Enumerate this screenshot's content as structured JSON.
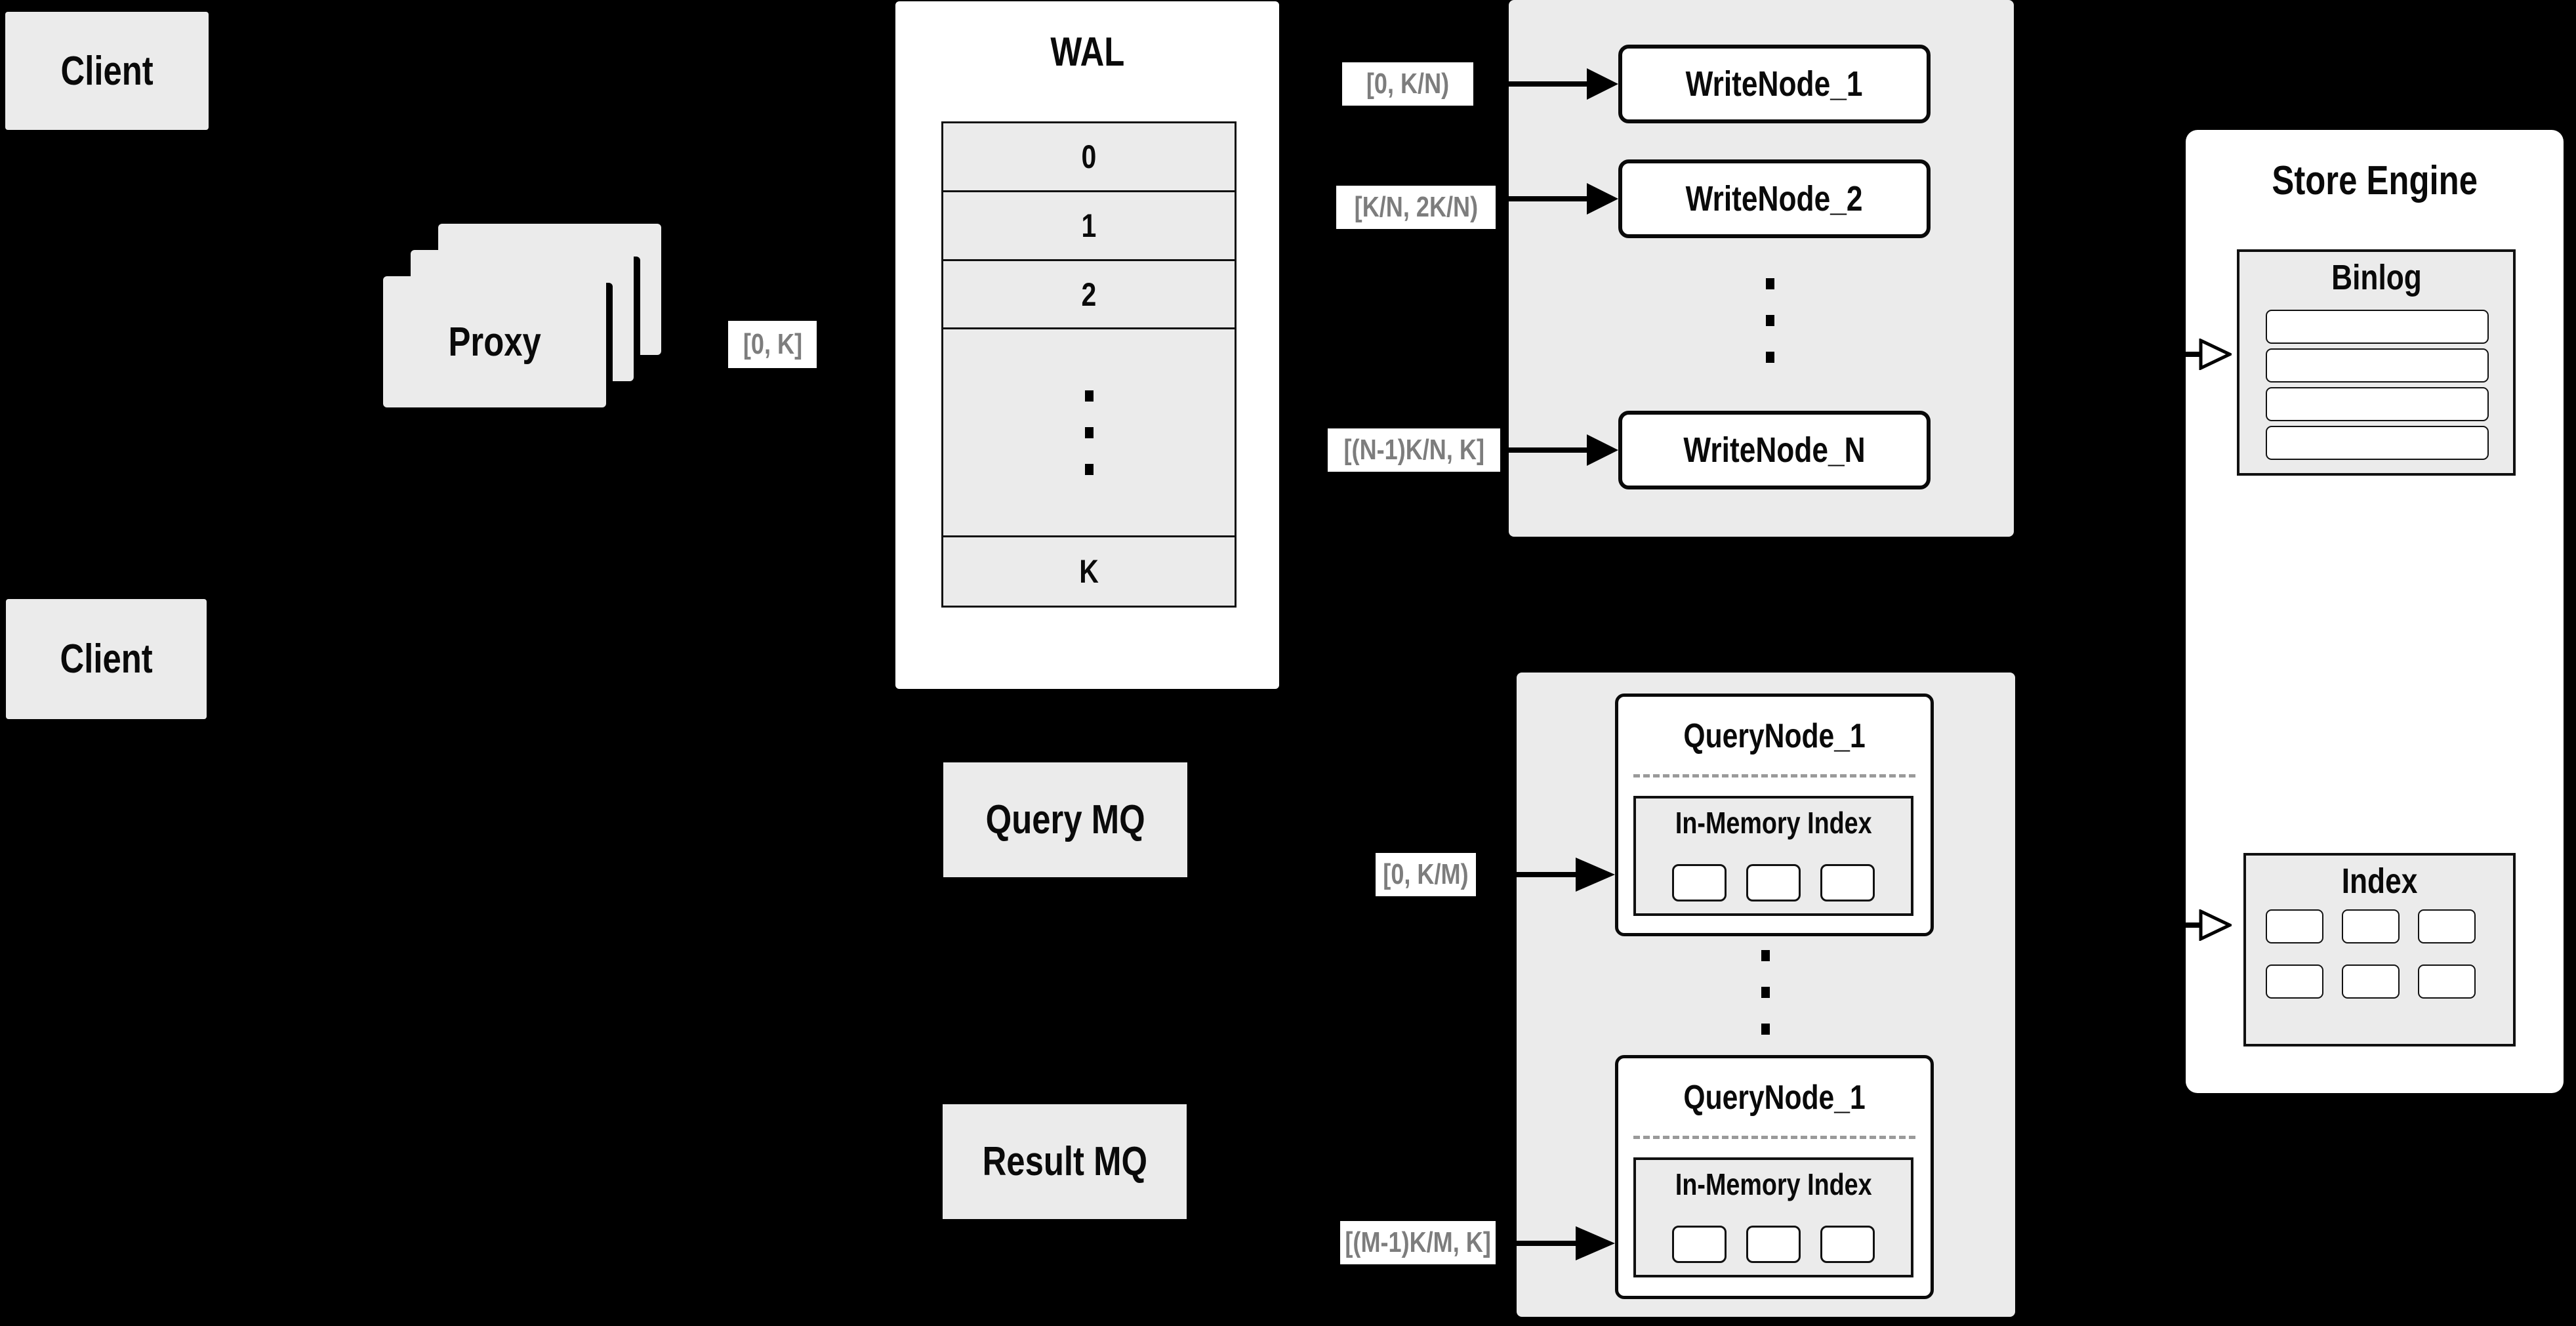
{
  "colors": {
    "background": "#000000",
    "panel_gray": "#ebebeb",
    "surface_white": "#ffffff",
    "ink_black": "#0a0a0a",
    "range_text_gray": "#7d7d7d",
    "dash_gray": "#9a9a9a"
  },
  "client_top": {
    "label": "Client"
  },
  "client_bottom": {
    "label": "Client"
  },
  "proxy": {
    "label": "Proxy",
    "range_label": "[0, K]"
  },
  "wal": {
    "title": "WAL",
    "rows": [
      "0",
      "1",
      "2"
    ],
    "last_row": "K"
  },
  "write_section": {
    "ranges": [
      "[0, K/N)",
      "[K/N, 2K/N)",
      "[(N-1)K/N, K]"
    ],
    "nodes": [
      "WriteNode_1",
      "WriteNode_2",
      "WriteNode_N"
    ]
  },
  "query_section": {
    "query_mq": "Query MQ",
    "result_mq": "Result MQ",
    "ranges": [
      "[0, K/M)",
      "[(M-1)K/M, K]"
    ],
    "node_top": {
      "title": "QueryNode_1",
      "subtitle": "In-Memory Index"
    },
    "node_bottom": {
      "title": "QueryNode_1",
      "subtitle": "In-Memory Index"
    }
  },
  "store_engine": {
    "title": "Store Engine",
    "binlog_title": "Binlog",
    "index_title": "Index"
  }
}
